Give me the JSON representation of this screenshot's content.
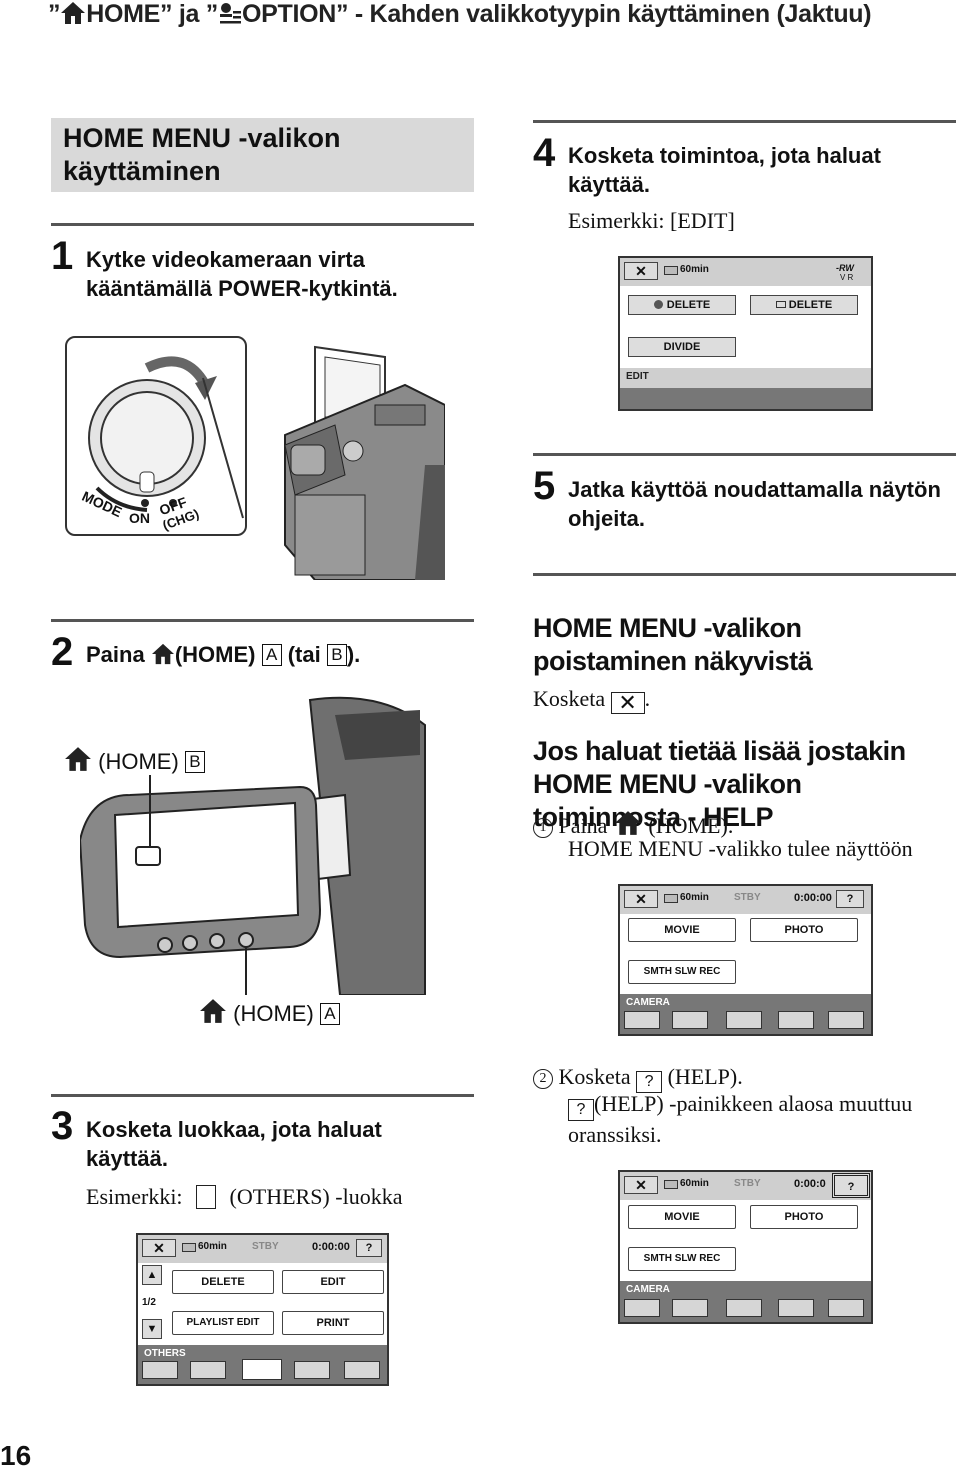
{
  "page": {
    "title_home": "HOME",
    "title_ja": "ja",
    "title_option": "OPTION",
    "title_rest": "- Kahden valikkotyypin käyttäminen (Jaktuu)",
    "page_number": "16"
  },
  "left": {
    "section_title": "HOME MENU -valikon käyttäminen",
    "step1_num": "1",
    "step1_text": "Kytke videokameraan virta kääntämällä POWER-kytkintä.",
    "dial_labels": {
      "mode": "MODE",
      "on": "ON",
      "off": "OFF",
      "chg": "(CHG)"
    },
    "step2_num": "2",
    "step2_text_a": "Paina",
    "step2_text_b": "(HOME)",
    "step2_text_c": "(tai",
    "step2_text_d": ").",
    "step2_A": "A",
    "step2_B": "B",
    "home_B_label": "(HOME)",
    "home_A_label": "(HOME)",
    "step3_num": "3",
    "step3_text": "Kosketa luokkaa, jota haluat käyttää.",
    "step3_example_a": "Esimerkki:",
    "step3_example_b": "(OTHERS) -luokka"
  },
  "right": {
    "step4_num": "4",
    "step4_text": "Kosketa toimintoa, jota haluat käyttää.",
    "step4_example": "Esimerkki: [EDIT]",
    "step5_num": "5",
    "step5_text": "Jatka käyttöä noudattamalla näytön ohjeita.",
    "remove_heading": "HOME MENU -valikon poistaminen näkyvistä",
    "remove_text_a": "Kosketa",
    "remove_text_b": ".",
    "help_heading": "Jos haluat tietää lisää jostakin HOME MENU -valikon toiminnosta - HELP",
    "help1_num": "1",
    "help1_text_a": "Paina",
    "help1_text_b": "(HOME).",
    "help1_text_c": "HOME MENU -valikko tulee näyttöön",
    "help2_num": "2",
    "help2_text_a": "Kosketa",
    "help2_text_b": "(HELP).",
    "help2_text_c": "(HELP) -painikkeen alaosa muuttuu oranssiksi."
  },
  "screens": {
    "edit": {
      "battery": "60min",
      "rw": "-RW",
      "vr": "V  R",
      "btn1": "DELETE",
      "btn2": "DELETE",
      "btn3": "DIVIDE",
      "category": "EDIT"
    },
    "camera": {
      "battery": "60min",
      "stby": "STBY",
      "time": "0:00:00",
      "help": "?",
      "btn1": "MOVIE",
      "btn2": "PHOTO",
      "btn3": "SMTH SLW REC",
      "category": "CAMERA"
    },
    "camera2": {
      "battery": "60min",
      "stby": "STBY",
      "time": "0:00:0",
      "help": "?",
      "btn1": "MOVIE",
      "btn2": "PHOTO",
      "btn3": "SMTH SLW REC",
      "category": "CAMERA"
    },
    "others": {
      "battery": "60min",
      "stby": "STBY",
      "time": "0:00:00",
      "help": "?",
      "btn1": "DELETE",
      "btn2": "EDIT",
      "btn3": "PLAYLIST EDIT",
      "btn4": "PRINT",
      "page": "1/2",
      "category": "OTHERS"
    }
  }
}
